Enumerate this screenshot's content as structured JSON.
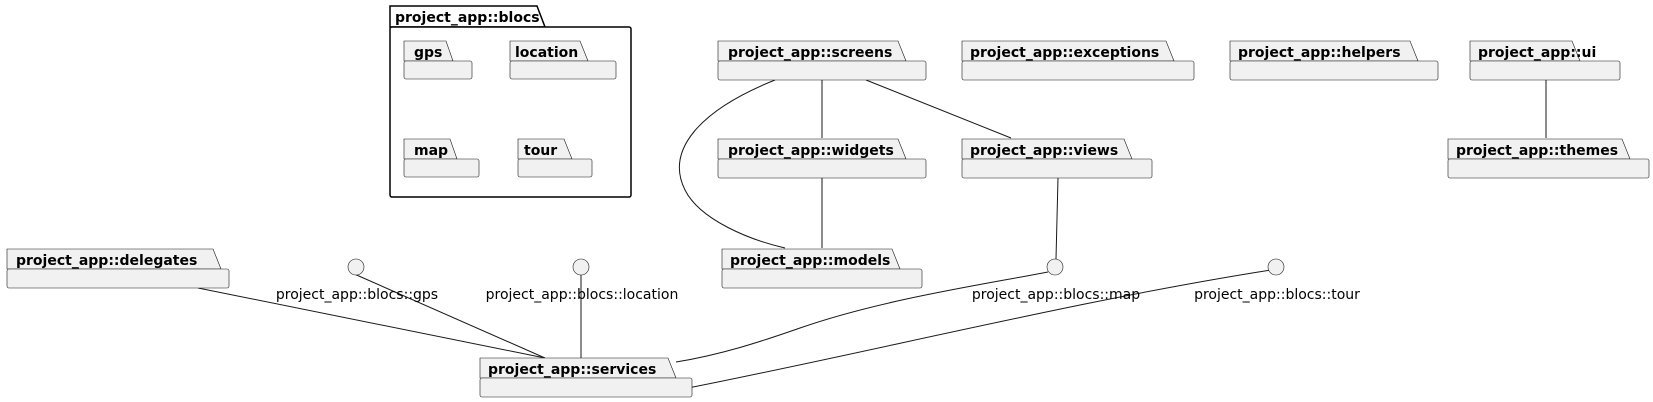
{
  "diagram": {
    "blocs_frame": {
      "label": "project_app::blocs"
    },
    "blocs_children": {
      "gps": "gps",
      "location": "location",
      "map": "map",
      "tour": "tour"
    },
    "packages": {
      "screens": "project_app::screens",
      "exceptions": "project_app::exceptions",
      "helpers": "project_app::helpers",
      "ui": "project_app::ui",
      "widgets": "project_app::widgets",
      "views": "project_app::views",
      "themes": "project_app::themes",
      "delegates": "project_app::delegates",
      "models": "project_app::models",
      "services": "project_app::services"
    },
    "interfaces": {
      "gps": "project_app::blocs::gps",
      "location": "project_app::blocs::location",
      "map": "project_app::blocs::map",
      "tour": "project_app::blocs::tour"
    }
  }
}
